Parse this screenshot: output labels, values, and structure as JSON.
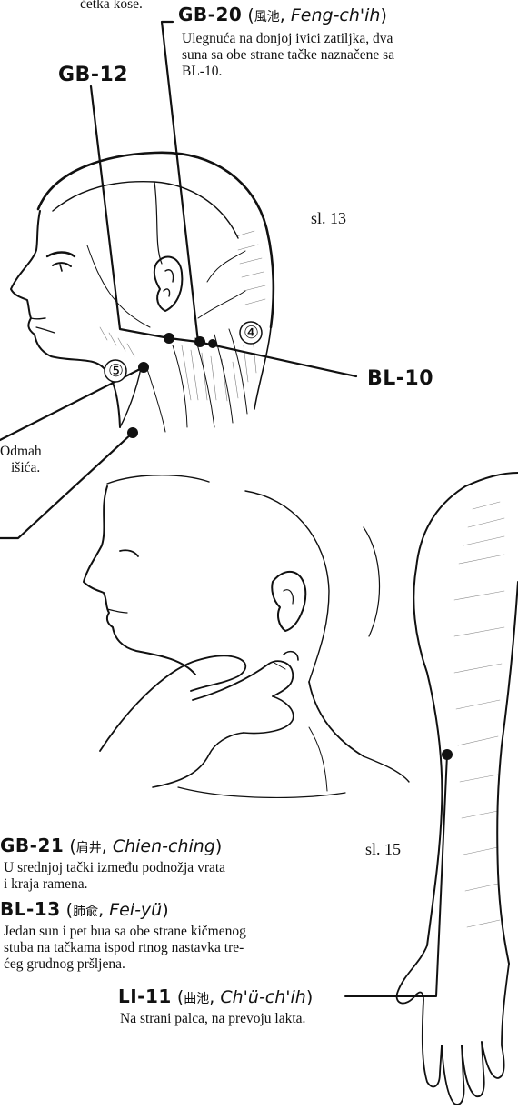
{
  "top_fragment": "četka kose.",
  "gb20": {
    "code": "GB-20",
    "open": " (",
    "chinese": "風池",
    "sep": ", ",
    "romanized": "Feng-ch'ih",
    "close": ")",
    "desc": [
      "Ulegnuća na donjoj ivici zatiljka, dva",
      "suna sa obe strane tačke naznačene sa",
      "BL-10."
    ]
  },
  "gb12": {
    "code": "GB-12"
  },
  "fig13": {
    "label": "sl. 13"
  },
  "bl10": {
    "code": "BL-10"
  },
  "markers": {
    "four": "④",
    "five": "⑤"
  },
  "left_fragment": {
    "line1": "Odmah",
    "line2": "išića."
  },
  "fig15": {
    "label": "sl. 15"
  },
  "gb21": {
    "code": "GB-21",
    "open": " (",
    "chinese": "肩井",
    "sep": ", ",
    "romanized": "Chien-ching",
    "close": ")",
    "desc": [
      "U srednjoj tački između podnožja vrata",
      "i kraja ramena."
    ]
  },
  "bl13": {
    "code": "BL-13",
    "open": " (",
    "chinese": "肺兪",
    "sep": ", ",
    "romanized": "Fei-yü",
    "close": ")",
    "desc": [
      "Jedan sun i pet bua sa obe strane kičmenog",
      "stuba na tačkama ispod rtnog nastavka tre-",
      "ćeg grudnog pršljena."
    ]
  },
  "li11": {
    "code": "LI-11",
    "open": " (",
    "chinese": "曲池",
    "sep": ", ",
    "romanized": "Ch'ü-ch'ih",
    "close": ")",
    "desc": [
      "Na strani palca, na prevoju lakta."
    ]
  },
  "colors": {
    "ink": "#111111",
    "background": "#ffffff"
  }
}
